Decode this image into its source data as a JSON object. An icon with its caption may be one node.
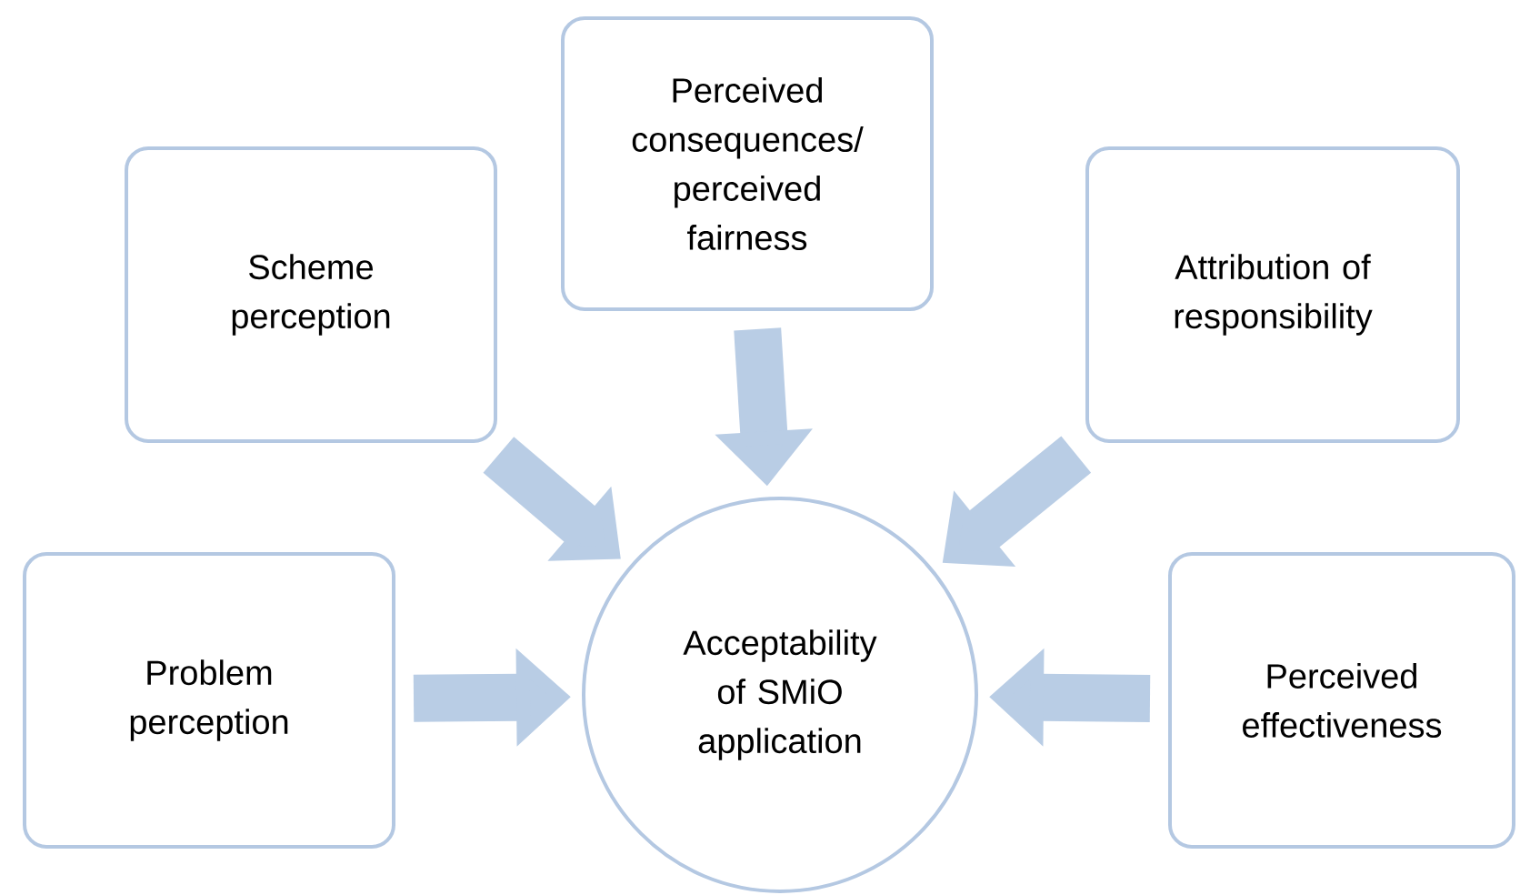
{
  "diagram": {
    "nodes": [
      {
        "text": [
          "Perceived consequences/ perceived fairness"
        ]
      },
      {
        "text": [
          "Scheme perception"
        ]
      },
      {
        "text": [
          "Attribution of responsibility"
        ]
      },
      {
        "text": [
          "Problem perception"
        ]
      },
      {
        "text": [
          "Acceptability of SMiO application"
        ]
      },
      {
        "text": [
          "Perceived effectiveness"
        ]
      }
    ],
    "edges": [
      {
        "from": 0,
        "to": 4,
        "arrow": "to"
      },
      {
        "from": 1,
        "to": 4,
        "arrow": "to"
      },
      {
        "from": 2,
        "to": 4,
        "arrow": "to"
      },
      {
        "from": 3,
        "to": 4,
        "arrow": "to"
      },
      {
        "from": 5,
        "to": 4,
        "arrow": "to"
      }
    ]
  }
}
